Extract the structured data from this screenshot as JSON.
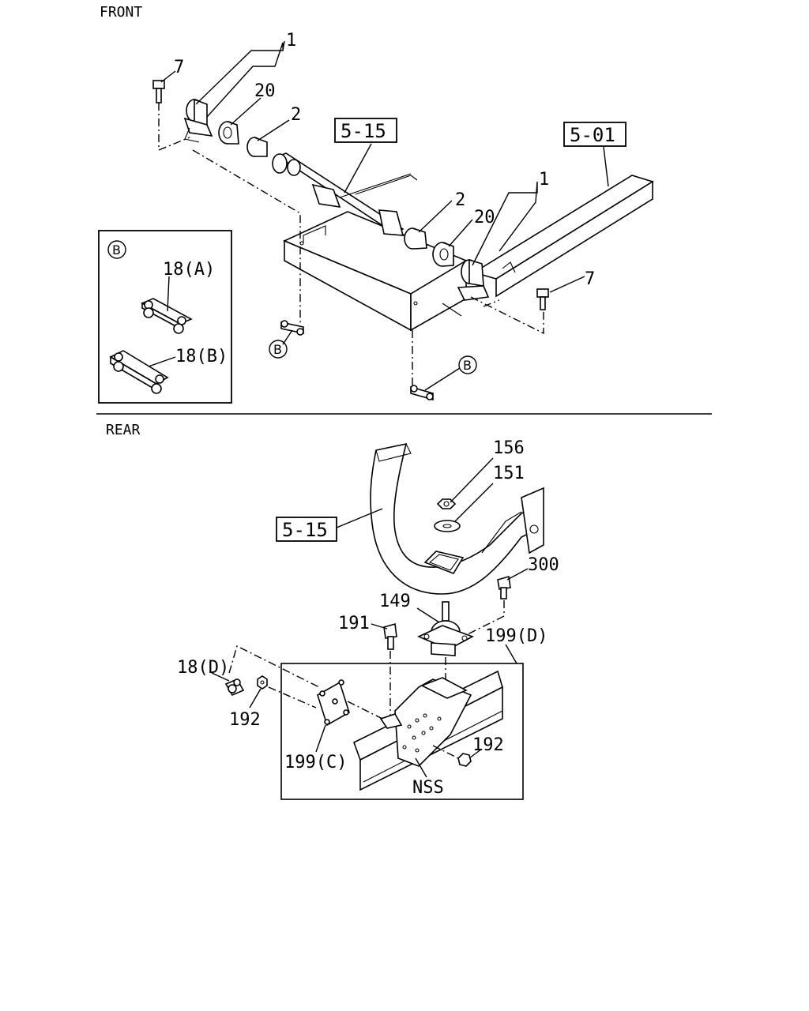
{
  "sections": {
    "front": "FRONT",
    "rear": "REAR"
  },
  "front": {
    "ref_box_shaft": "5-15",
    "ref_box_frame": "5-01",
    "callouts": {
      "clamp_left": "1",
      "bolt_left": "7",
      "bushing_left_a": "20",
      "bushing_left_b": "2",
      "clamp_right": "1",
      "bushing_right_b": "2",
      "bushing_right_a": "20",
      "bolt_right": "7",
      "view_b_left": "B",
      "view_b_right": "B"
    },
    "inset": {
      "marker": "B",
      "plate_a": "18(A)",
      "plate_b": "18(B)"
    }
  },
  "rear": {
    "ref_box_shaft": "5-15",
    "callouts": {
      "nut_top": "156",
      "washer_top": "151",
      "bolt_300": "300",
      "mount_149": "149",
      "bolt_191": "191",
      "bracket_d": "199(D)",
      "plate_d": "18(D)",
      "nut_192_left": "192",
      "bracket_c": "199(C)",
      "nut_192_right": "192",
      "nss": "NSS"
    }
  }
}
